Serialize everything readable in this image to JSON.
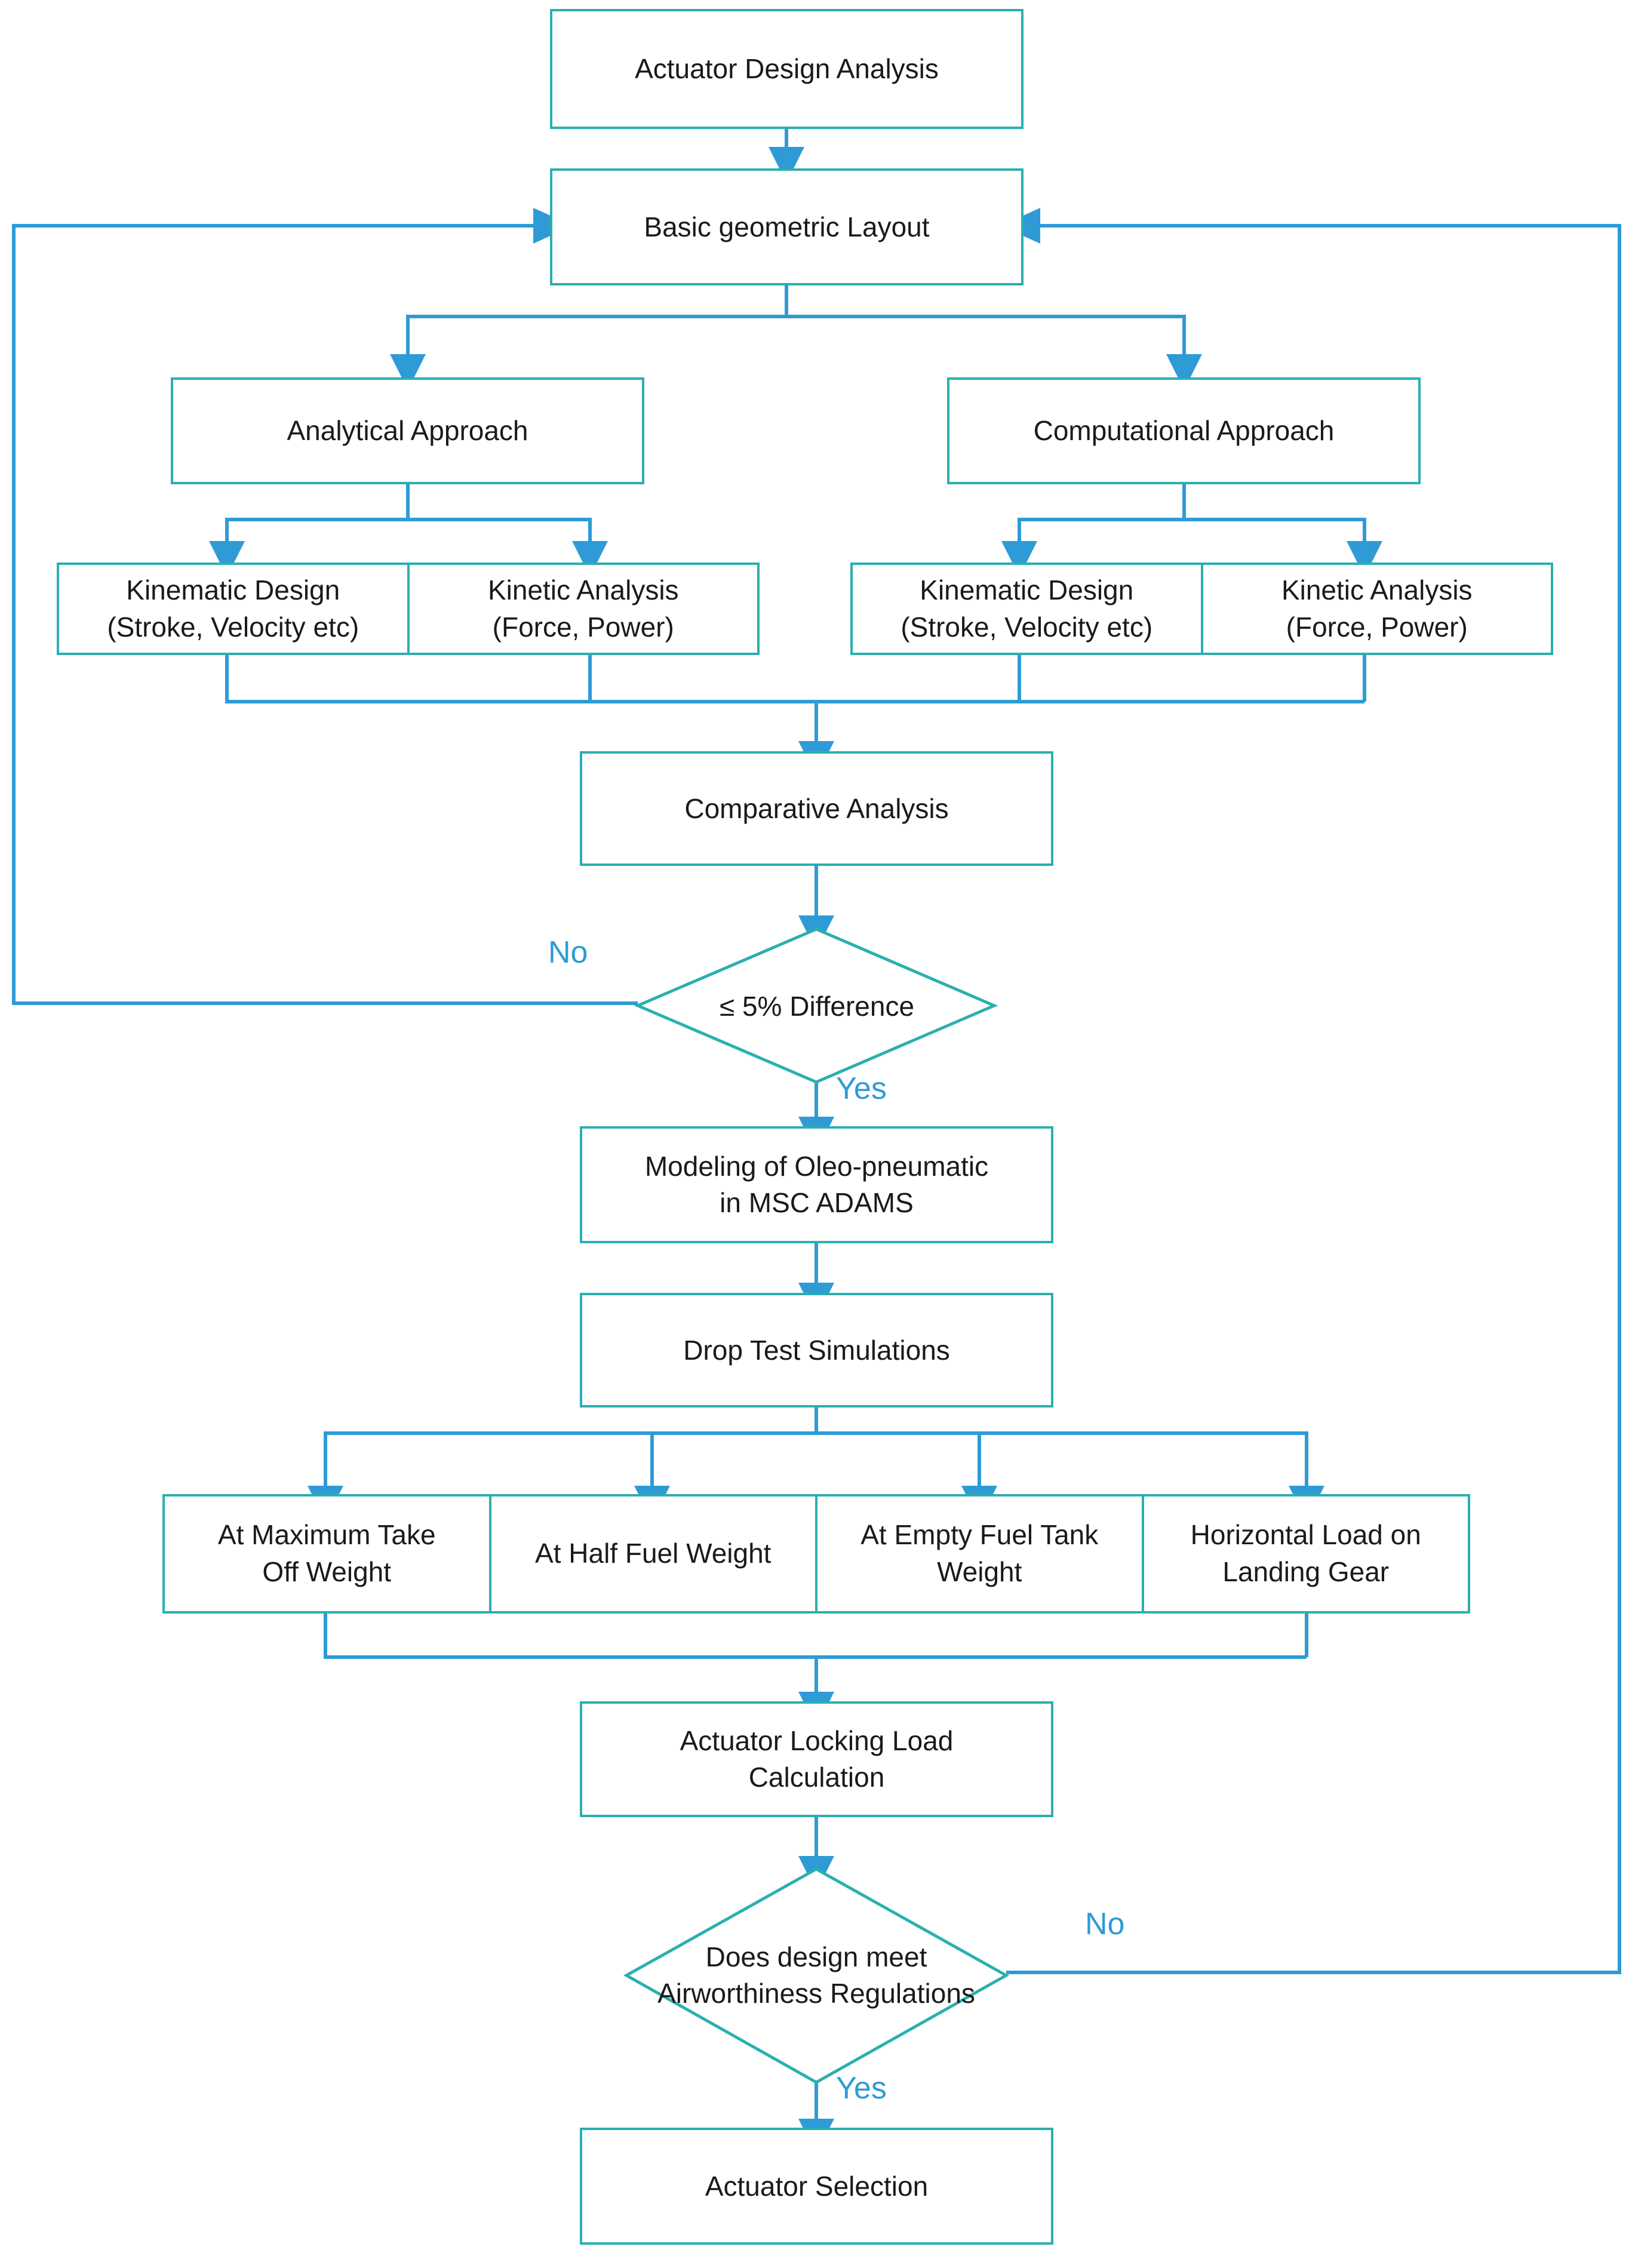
{
  "diagram": {
    "type": "flowchart",
    "title": "Actuator Design Analysis Process",
    "colors": {
      "node_border": "#2BAFAF",
      "connector": "#2E9BD6",
      "label_text": "#2E9BD6",
      "node_text": "#1a1a1a",
      "background": "#ffffff"
    },
    "nodes": {
      "start": {
        "label": "Actuator Design Analysis"
      },
      "layout": {
        "label": "Basic geometric Layout"
      },
      "analytical": {
        "label": "Analytical Approach"
      },
      "computational": {
        "label": "Computational Approach"
      },
      "analytical_kinematic": {
        "line1": "Kinematic Design",
        "line2": "(Stroke, Velocity etc)"
      },
      "analytical_kinetic": {
        "line1": "Kinetic Analysis",
        "line2": "(Force, Power)"
      },
      "computational_kinematic": {
        "line1": "Kinematic Design",
        "line2": "(Stroke, Velocity etc)"
      },
      "computational_kinetic": {
        "line1": "Kinetic Analysis",
        "line2": "(Force, Power)"
      },
      "comparative": {
        "label": "Comparative Analysis"
      },
      "difference_decision": {
        "label": "≤ 5% Difference"
      },
      "modeling": {
        "line1": "Modeling of Oleo-pneumatic",
        "line2": "in MSC ADAMS"
      },
      "drop_test": {
        "label": "Drop Test Simulations"
      },
      "case_mtow": {
        "line1": "At Maximum Take",
        "line2": "Off Weight"
      },
      "case_half_fuel": {
        "line1": "At Half Fuel Weight",
        "line2": ""
      },
      "case_empty_fuel": {
        "line1": "At Empty Fuel Tank",
        "line2": "Weight"
      },
      "case_horizontal": {
        "line1": "Horizontal Load on",
        "line2": "Landing Gear"
      },
      "locking_load": {
        "line1": "Actuator Locking Load",
        "line2": "Calculation"
      },
      "airworthiness_decision": {
        "line1": "Does design meet",
        "line2": "Airworthiness Regulations"
      },
      "selection": {
        "label": "Actuator Selection"
      }
    },
    "edge_labels": {
      "difference_no": "No",
      "difference_yes": "Yes",
      "airworthiness_no": "No",
      "airworthiness_yes": "Yes"
    }
  }
}
